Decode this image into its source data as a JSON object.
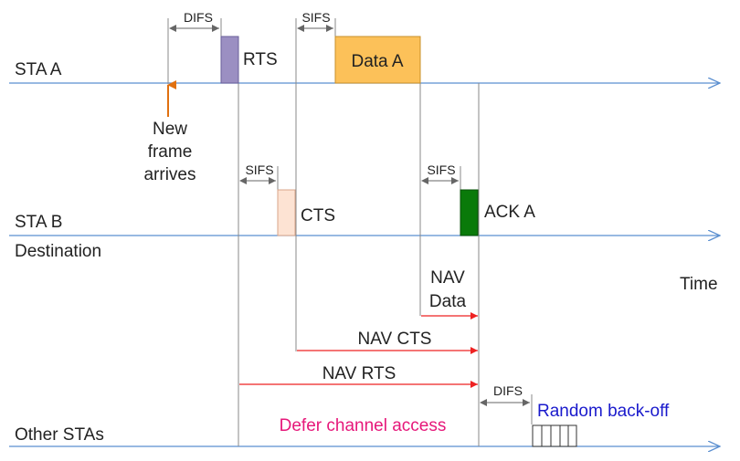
{
  "stations": {
    "a": "STA A",
    "b": "STA B",
    "b_sub": "Destination",
    "others": "Other STAs"
  },
  "time_label": "Time",
  "frames": {
    "rts": "RTS",
    "data": "Data A",
    "cts": "CTS",
    "ack": "ACK A"
  },
  "intervals": {
    "difs_1": "DIFS",
    "sifs_1": "SIFS",
    "sifs_2": "SIFS",
    "sifs_3": "SIFS",
    "difs_2": "DIFS"
  },
  "arrival": {
    "line1": "New",
    "line2": "frame",
    "line3": "arrives"
  },
  "nav": {
    "data_line1": "NAV",
    "data_line2": "Data",
    "cts": "NAV CTS",
    "rts": "NAV RTS"
  },
  "defer_label": "Defer channel access",
  "backoff_label": "Random back-off",
  "colors": {
    "timeline": "#5b8fd0",
    "rts_fill": "#9b8fc2",
    "data_fill": "#fcc159",
    "cts_fill": "#fde3d3",
    "ack_fill": "#0a7a0a",
    "nav_arrow": "#ee2222",
    "arrival_arrow": "#e07010",
    "defer_text": "#e6187a",
    "backoff_text": "#1a1acc"
  }
}
